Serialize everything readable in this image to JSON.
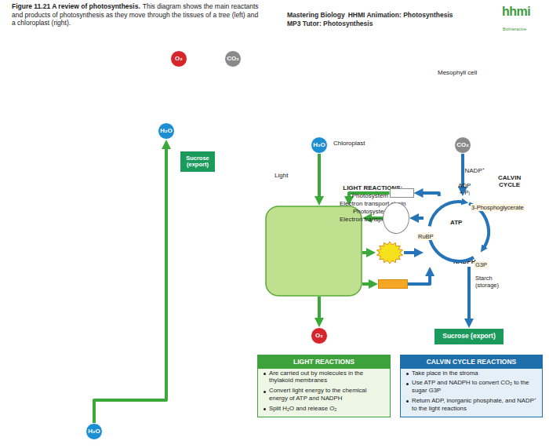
{
  "diagram": {
    "title": "Figure 11.21 A review of photosynthesis.",
    "caption": "This diagram shows the main reactants and products of photosynthesis as they move through the tissues of a tree (left) and a chloroplast (right).",
    "nodes": [
      {
        "text": [
          "O₂"
        ]
      },
      {
        "text": [
          "CO₂"
        ]
      },
      {
        "text": [
          "H₂O"
        ]
      },
      {
        "text": [
          "Sucrose (export)"
        ]
      },
      {
        "text": [
          "H₂O"
        ]
      },
      {
        "text": [
          "H₂O"
        ]
      },
      {
        "text": [
          "CO₂"
        ]
      },
      {
        "text": [
          "Chloroplast"
        ]
      },
      {
        "text": [
          "LIGHT REACTIONS:",
          "Photosystem II",
          "Electron transport chain",
          "Photosystem I",
          "Electron transport chain"
        ],
        "in": 7
      },
      {
        "text": [
          "NADP⁺"
        ],
        "in": 7
      },
      {
        "text": [
          "ADP + Pᵢ"
        ],
        "in": 7
      },
      {
        "text": [
          "ATP"
        ],
        "in": 7
      },
      {
        "text": [
          "NADPH"
        ],
        "in": 7
      },
      {
        "text": [
          "CALVIN CYCLE"
        ],
        "in": 7
      },
      {
        "text": [
          "O₂"
        ]
      },
      {
        "text": [
          "Sucrose (export)"
        ]
      },
      {
        "text": [
          "LIGHT REACTIONS",
          "Are carried out by molecules in the thylakoid membranes",
          "Convert light energy to the chemical energy of ATP and NADPH",
          "Split H₂O and release O₂"
        ]
      },
      {
        "text": [
          "CALVIN CYCLE REACTIONS",
          "Take place in the stroma",
          "Use ATP and NADPH to convert CO₂ to the sugar G3P",
          "Return ADP, inorganic phosphate, and NADP⁺ to the light reactions"
        ]
      }
    ],
    "edges": [
      {
        "from": 4,
        "to": 2,
        "arrow": "to"
      },
      {
        "from": 5,
        "to": 8,
        "arrow": "to"
      },
      {
        "from": 8,
        "to": 14,
        "arrow": "to"
      },
      {
        "from": 6,
        "to": 13,
        "arrow": "to"
      },
      {
        "from": 8,
        "to": 11,
        "arrow": "to"
      },
      {
        "from": 8,
        "to": 12,
        "arrow": "to"
      },
      {
        "from": 11,
        "to": 13,
        "arrow": "to"
      },
      {
        "from": 12,
        "to": 13,
        "arrow": "to"
      },
      {
        "from": 13,
        "to": 9,
        "arrow": "to"
      },
      {
        "from": 9,
        "to": 8,
        "arrow": "to"
      },
      {
        "from": 13,
        "to": 10,
        "arrow": "to"
      },
      {
        "from": 10,
        "to": 8,
        "arrow": "to"
      },
      {
        "from": 13,
        "to": 15,
        "arrow": "to"
      }
    ],
    "labels": [
      "Mastering Biology",
      "HHMI Animation: Photosynthesis",
      "MP3 Tutor: Photosynthesis",
      "hhmi",
      "BioInteractive",
      "Mesophyll cell",
      "Light",
      "RuBP",
      "3-Phosphoglycerate",
      "G3P",
      "Starch (storage)"
    ]
  }
}
